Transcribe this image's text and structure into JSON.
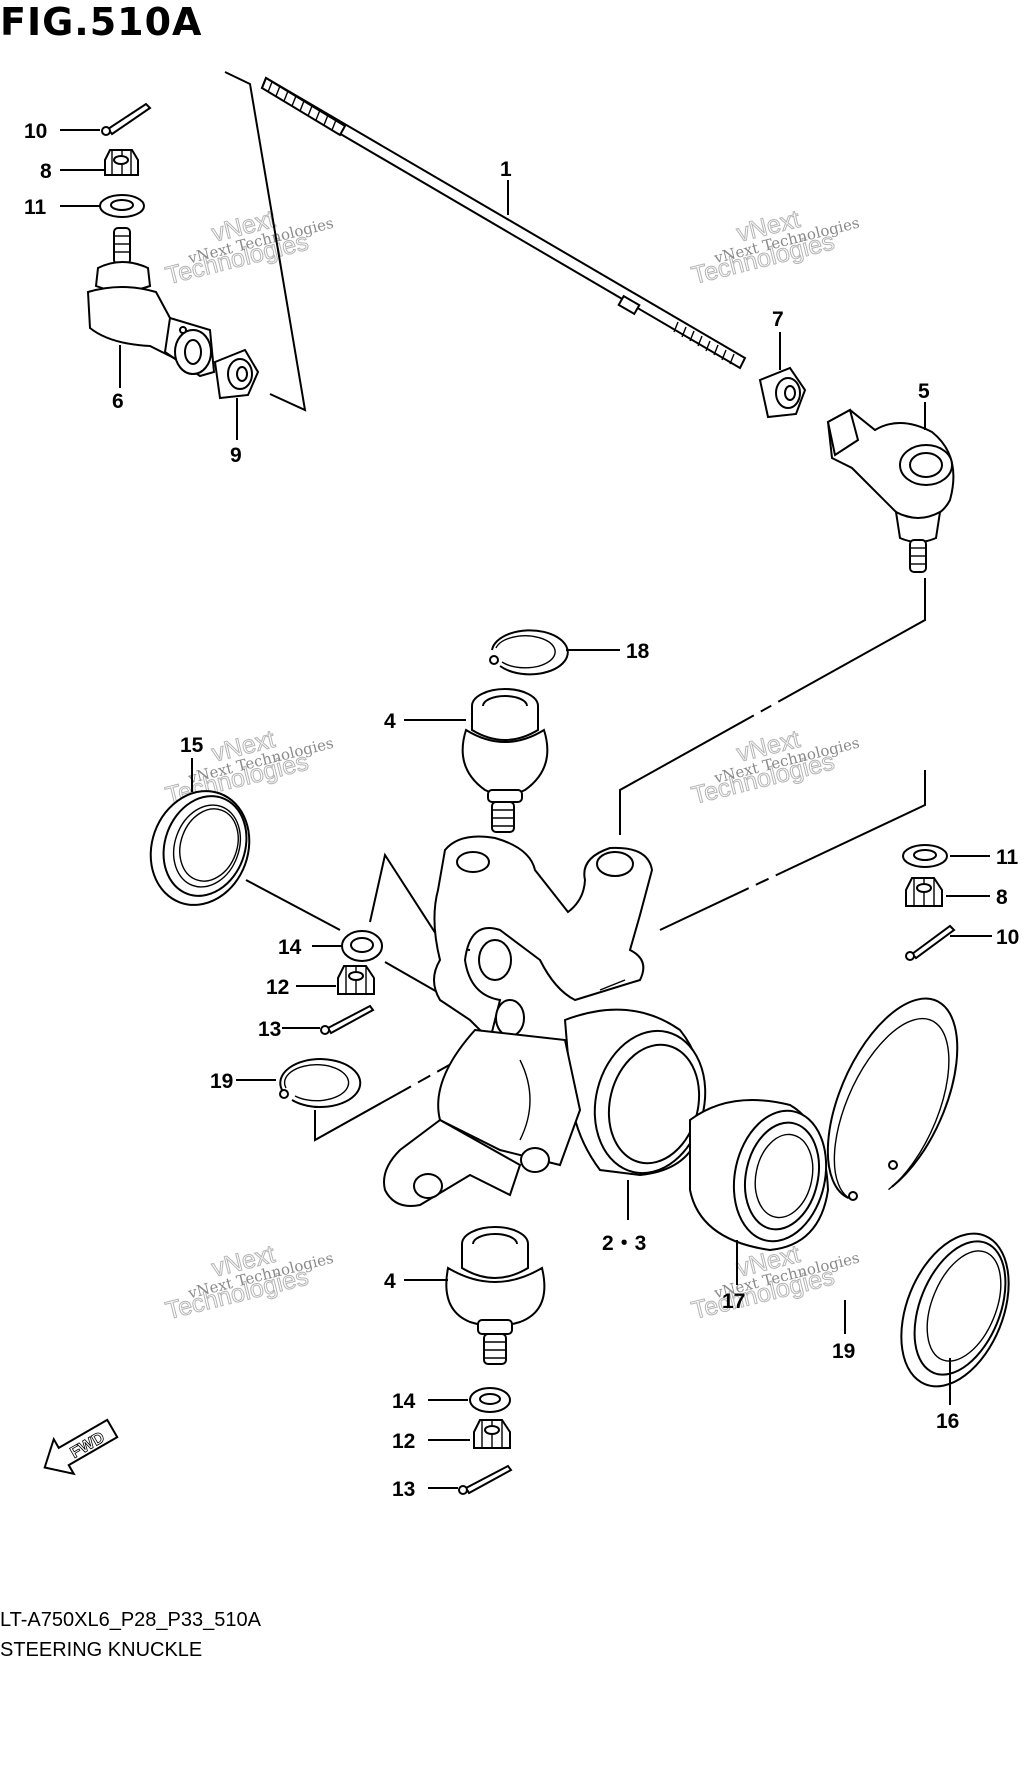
{
  "figure": {
    "title": "FIG.510A",
    "code": "LT-A750XL6_P28_P33_510A",
    "name": "STEERING KNUCKLE"
  },
  "watermark": {
    "small": "vNext Technologies",
    "big_top": "vNext",
    "big_bottom": "Technologies"
  },
  "fwd_label": "FWD",
  "callouts": {
    "c1": "1",
    "c2": "2・3",
    "c4a": "4",
    "c4b": "4",
    "c5": "5",
    "c6": "6",
    "c7": "7",
    "c8a": "8",
    "c8b": "8",
    "c9": "9",
    "c10a": "10",
    "c10b": "10",
    "c11a": "11",
    "c11b": "11",
    "c12a": "12",
    "c12b": "12",
    "c13a": "13",
    "c13b": "13",
    "c14a": "14",
    "c14b": "14",
    "c15": "15",
    "c16": "16",
    "c17": "17",
    "c18": "18",
    "c19a": "19",
    "c19b": "19"
  }
}
